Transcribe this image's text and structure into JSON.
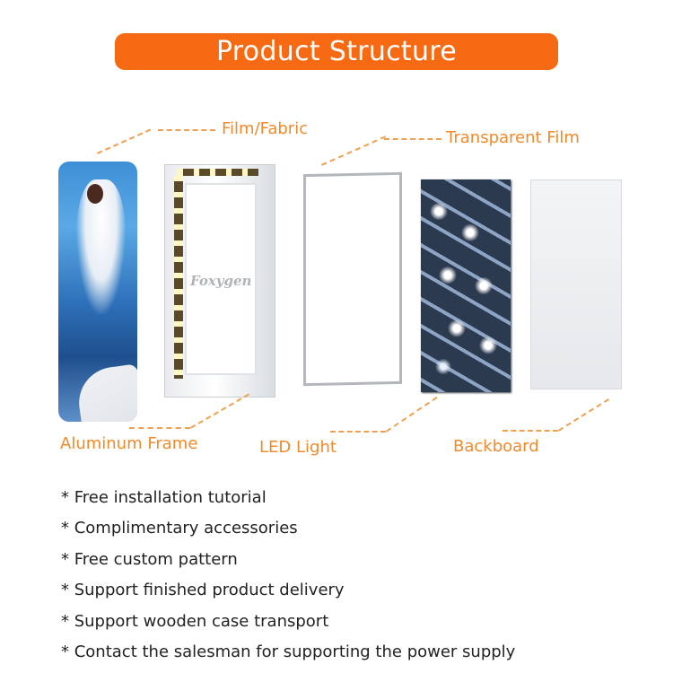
{
  "title": "Product Structure",
  "brand_watermark": "Foxygen",
  "colors": {
    "accent": "#f76a14",
    "label": "#f08a2a",
    "dash": "#f0a050",
    "text": "#222222"
  },
  "labels": {
    "film_fabric": "Film/Fabric",
    "transparent_film": "Transparent Film",
    "aluminum_frame": "Aluminum Frame",
    "led_light": "LED Light",
    "backboard": "Backboard"
  },
  "features": [
    "* Free installation tutorial",
    "* Complimentary accessories",
    "* Free custom pattern",
    "* Support finished product delivery",
    "* Support wooden case transport",
    "* Contact the salesman for supporting the power supply"
  ]
}
